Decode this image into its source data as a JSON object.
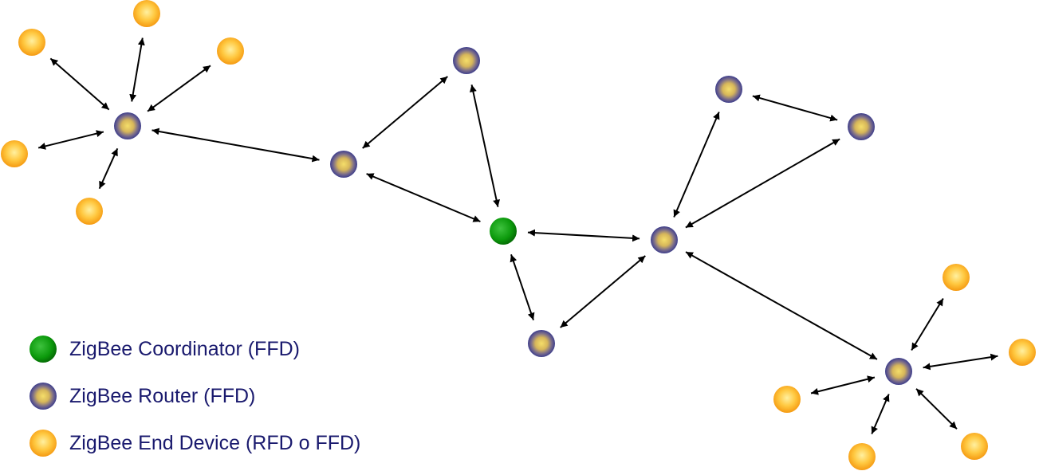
{
  "legend": {
    "coordinator": "ZigBee Coordinator (FFD)",
    "router": "ZigBee Router (FFD)",
    "end_device": "ZigBee End Device (RFD o FFD)"
  },
  "colors": {
    "coordinator": "#0a8a0a",
    "router_outer": "#46468f",
    "router_inner": "#f2d060",
    "end_device": "#f7a81a",
    "end_device_light": "#ffe27a",
    "edge": "#000000",
    "legend_text": "#1a1a6e"
  },
  "node_types": [
    "coordinator",
    "router",
    "end-device"
  ]
}
